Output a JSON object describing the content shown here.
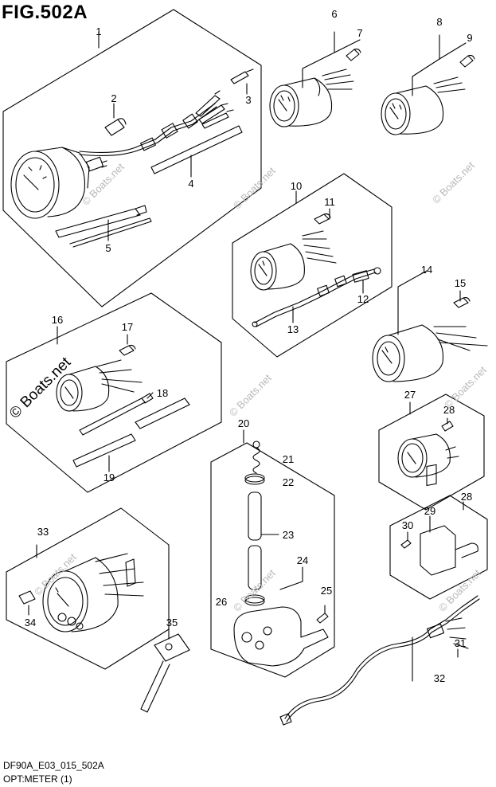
{
  "figure": {
    "title": "FIG.502A",
    "code": "DF90A_E03_015_502A",
    "caption": "OPT:METER (1)"
  },
  "watermark": {
    "text": "© Boats.net"
  },
  "callouts": [
    "1",
    "2",
    "3",
    "4",
    "5",
    "6",
    "7",
    "8",
    "9",
    "10",
    "11",
    "12",
    "13",
    "14",
    "15",
    "16",
    "17",
    "18",
    "19",
    "20",
    "21",
    "22",
    "23",
    "24",
    "25",
    "26",
    "27",
    "28",
    "28",
    "29",
    "30",
    "31",
    "32",
    "33",
    "34",
    "35"
  ]
}
